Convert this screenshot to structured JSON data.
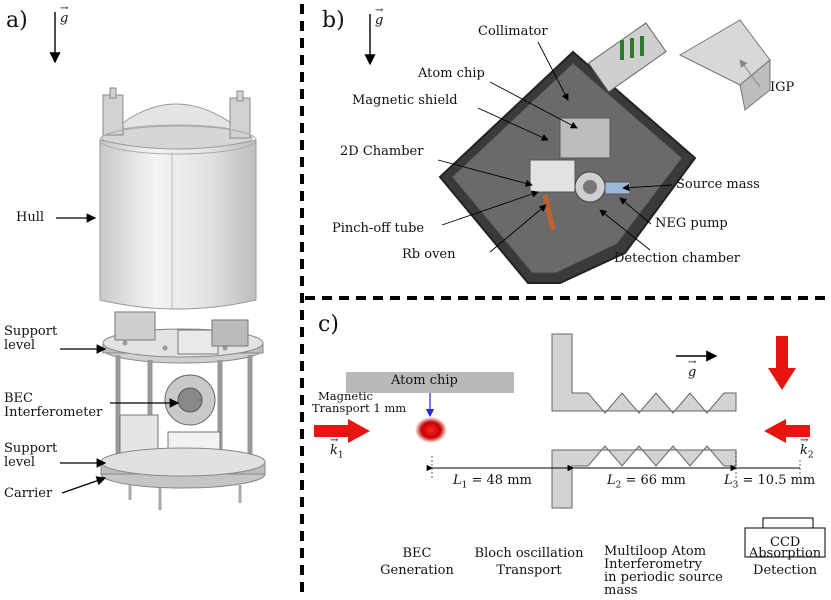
{
  "panels": {
    "a": "a)",
    "b": "b)",
    "c": "c)"
  },
  "gravity": {
    "symbol": "g"
  },
  "panel_a": {
    "hull": "Hull",
    "support_level_top": [
      "Support",
      "level"
    ],
    "bec_interferometer": [
      "BEC",
      "Interferometer"
    ],
    "support_level_bottom": [
      "Support",
      "level"
    ],
    "carrier": "Carrier"
  },
  "panel_b": {
    "collimator": "Collimator",
    "atom_chip": "Atom chip",
    "magnetic_shield": "Magnetic shield",
    "chamber_2d": "2D Chamber",
    "pinch_off_tube": "Pinch-off tube",
    "rb_oven": "Rb oven",
    "source_mass": "Source mass",
    "neg_pump": "NEG pump",
    "detection_chamber": "Detection chamber",
    "igp": "IGP"
  },
  "panel_c": {
    "atom_chip": "Atom chip",
    "magnetic_transport": [
      "Magnetic",
      "Transport 1 mm"
    ],
    "k1": "k",
    "k1_sub": "1",
    "k2": "k",
    "k2_sub": "2",
    "L1": "L",
    "L1_sub": "1",
    "L1_val": " = 48 mm",
    "L2": "L",
    "L2_sub": "2",
    "L2_val": " = 66 mm",
    "L3": "L",
    "L3_sub": "3",
    "L3_val": " = 10.5 mm",
    "ccd": "CCD",
    "stages": {
      "bec": [
        "BEC",
        "Generation"
      ],
      "bloch": [
        "Bloch oscillation",
        "Transport"
      ],
      "multiloop": [
        "Multiloop Atom",
        "Interferometry",
        "in periodic source",
        "mass"
      ],
      "absorption": [
        "Absorption",
        "Detection"
      ]
    }
  },
  "colors": {
    "beam": "#e8140f",
    "atom_cloud": "#c40000",
    "chip": "#b9b9b9",
    "transport_arrow": "#2a2ad8"
  }
}
